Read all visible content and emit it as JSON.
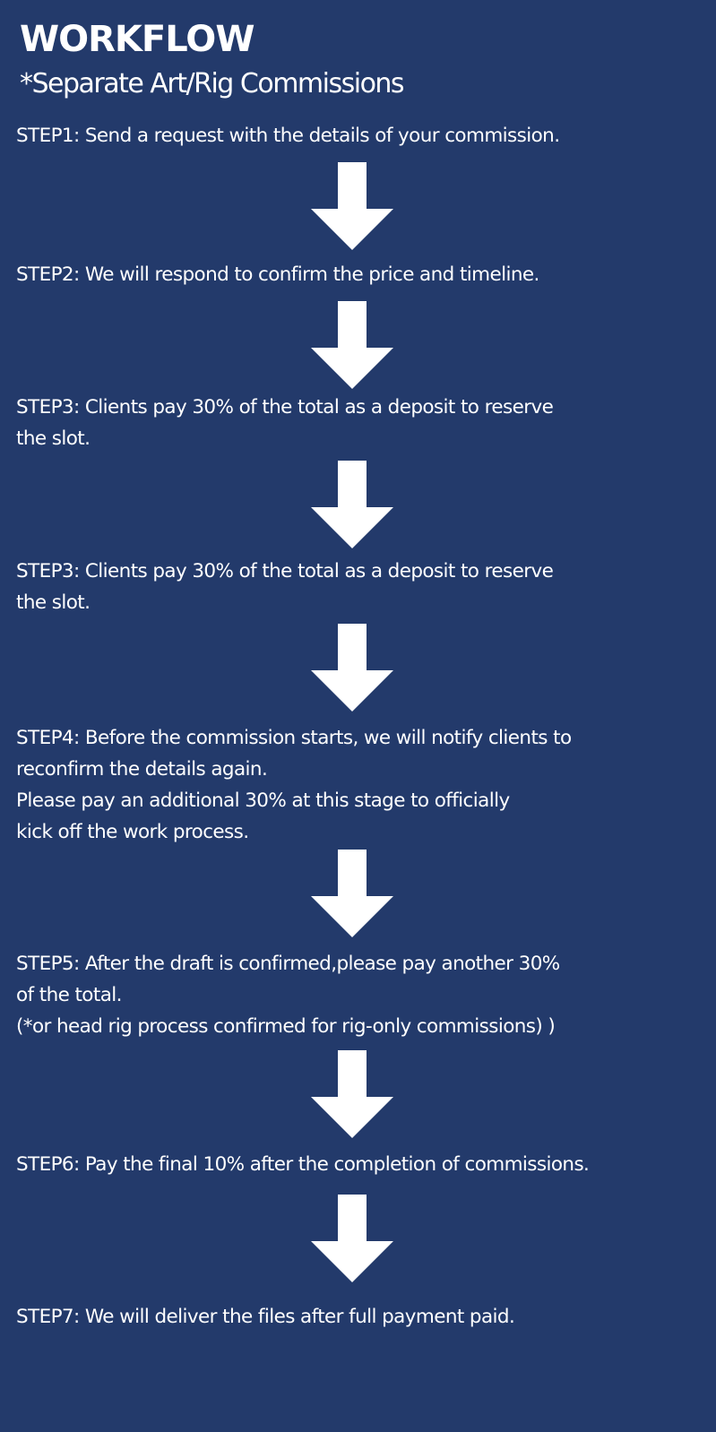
{
  "header": {
    "title": "WORKFLOW",
    "subtitle": "*Separate Art/Rig Commissions"
  },
  "steps": [
    {
      "lines": [
        "STEP1: Send a request with the details of your commission."
      ]
    },
    {
      "lines": [
        "STEP2: We will respond to confirm the price and timeline."
      ]
    },
    {
      "lines": [
        "STEP3: Clients pay 30% of the total as a deposit to reserve",
        "the slot."
      ]
    },
    {
      "lines": [
        "STEP3: Clients pay 30% of the total as a deposit to reserve",
        "the slot."
      ]
    },
    {
      "lines": [
        "STEP4: Before the commission starts, we will notify clients to",
        "reconfirm the details again.",
        "Please pay an additional 30% at this stage to officially",
        "kick off the work process."
      ]
    },
    {
      "lines": [
        "STEP5: After the draft is confirmed,please pay another 30%",
        "of the total.",
        "(*or head rig process confirmed for rig-only commissions) )"
      ]
    },
    {
      "lines": [
        "STEP6: Pay the final 10% after the completion of commissions."
      ]
    },
    {
      "lines": [
        "STEP7: We will deliver the files after  full payment paid."
      ]
    }
  ],
  "colors": {
    "background": "#233a6b",
    "text": "#ffffff",
    "arrow": "#ffffff"
  },
  "icons": {
    "connector": "down-arrow-icon"
  }
}
